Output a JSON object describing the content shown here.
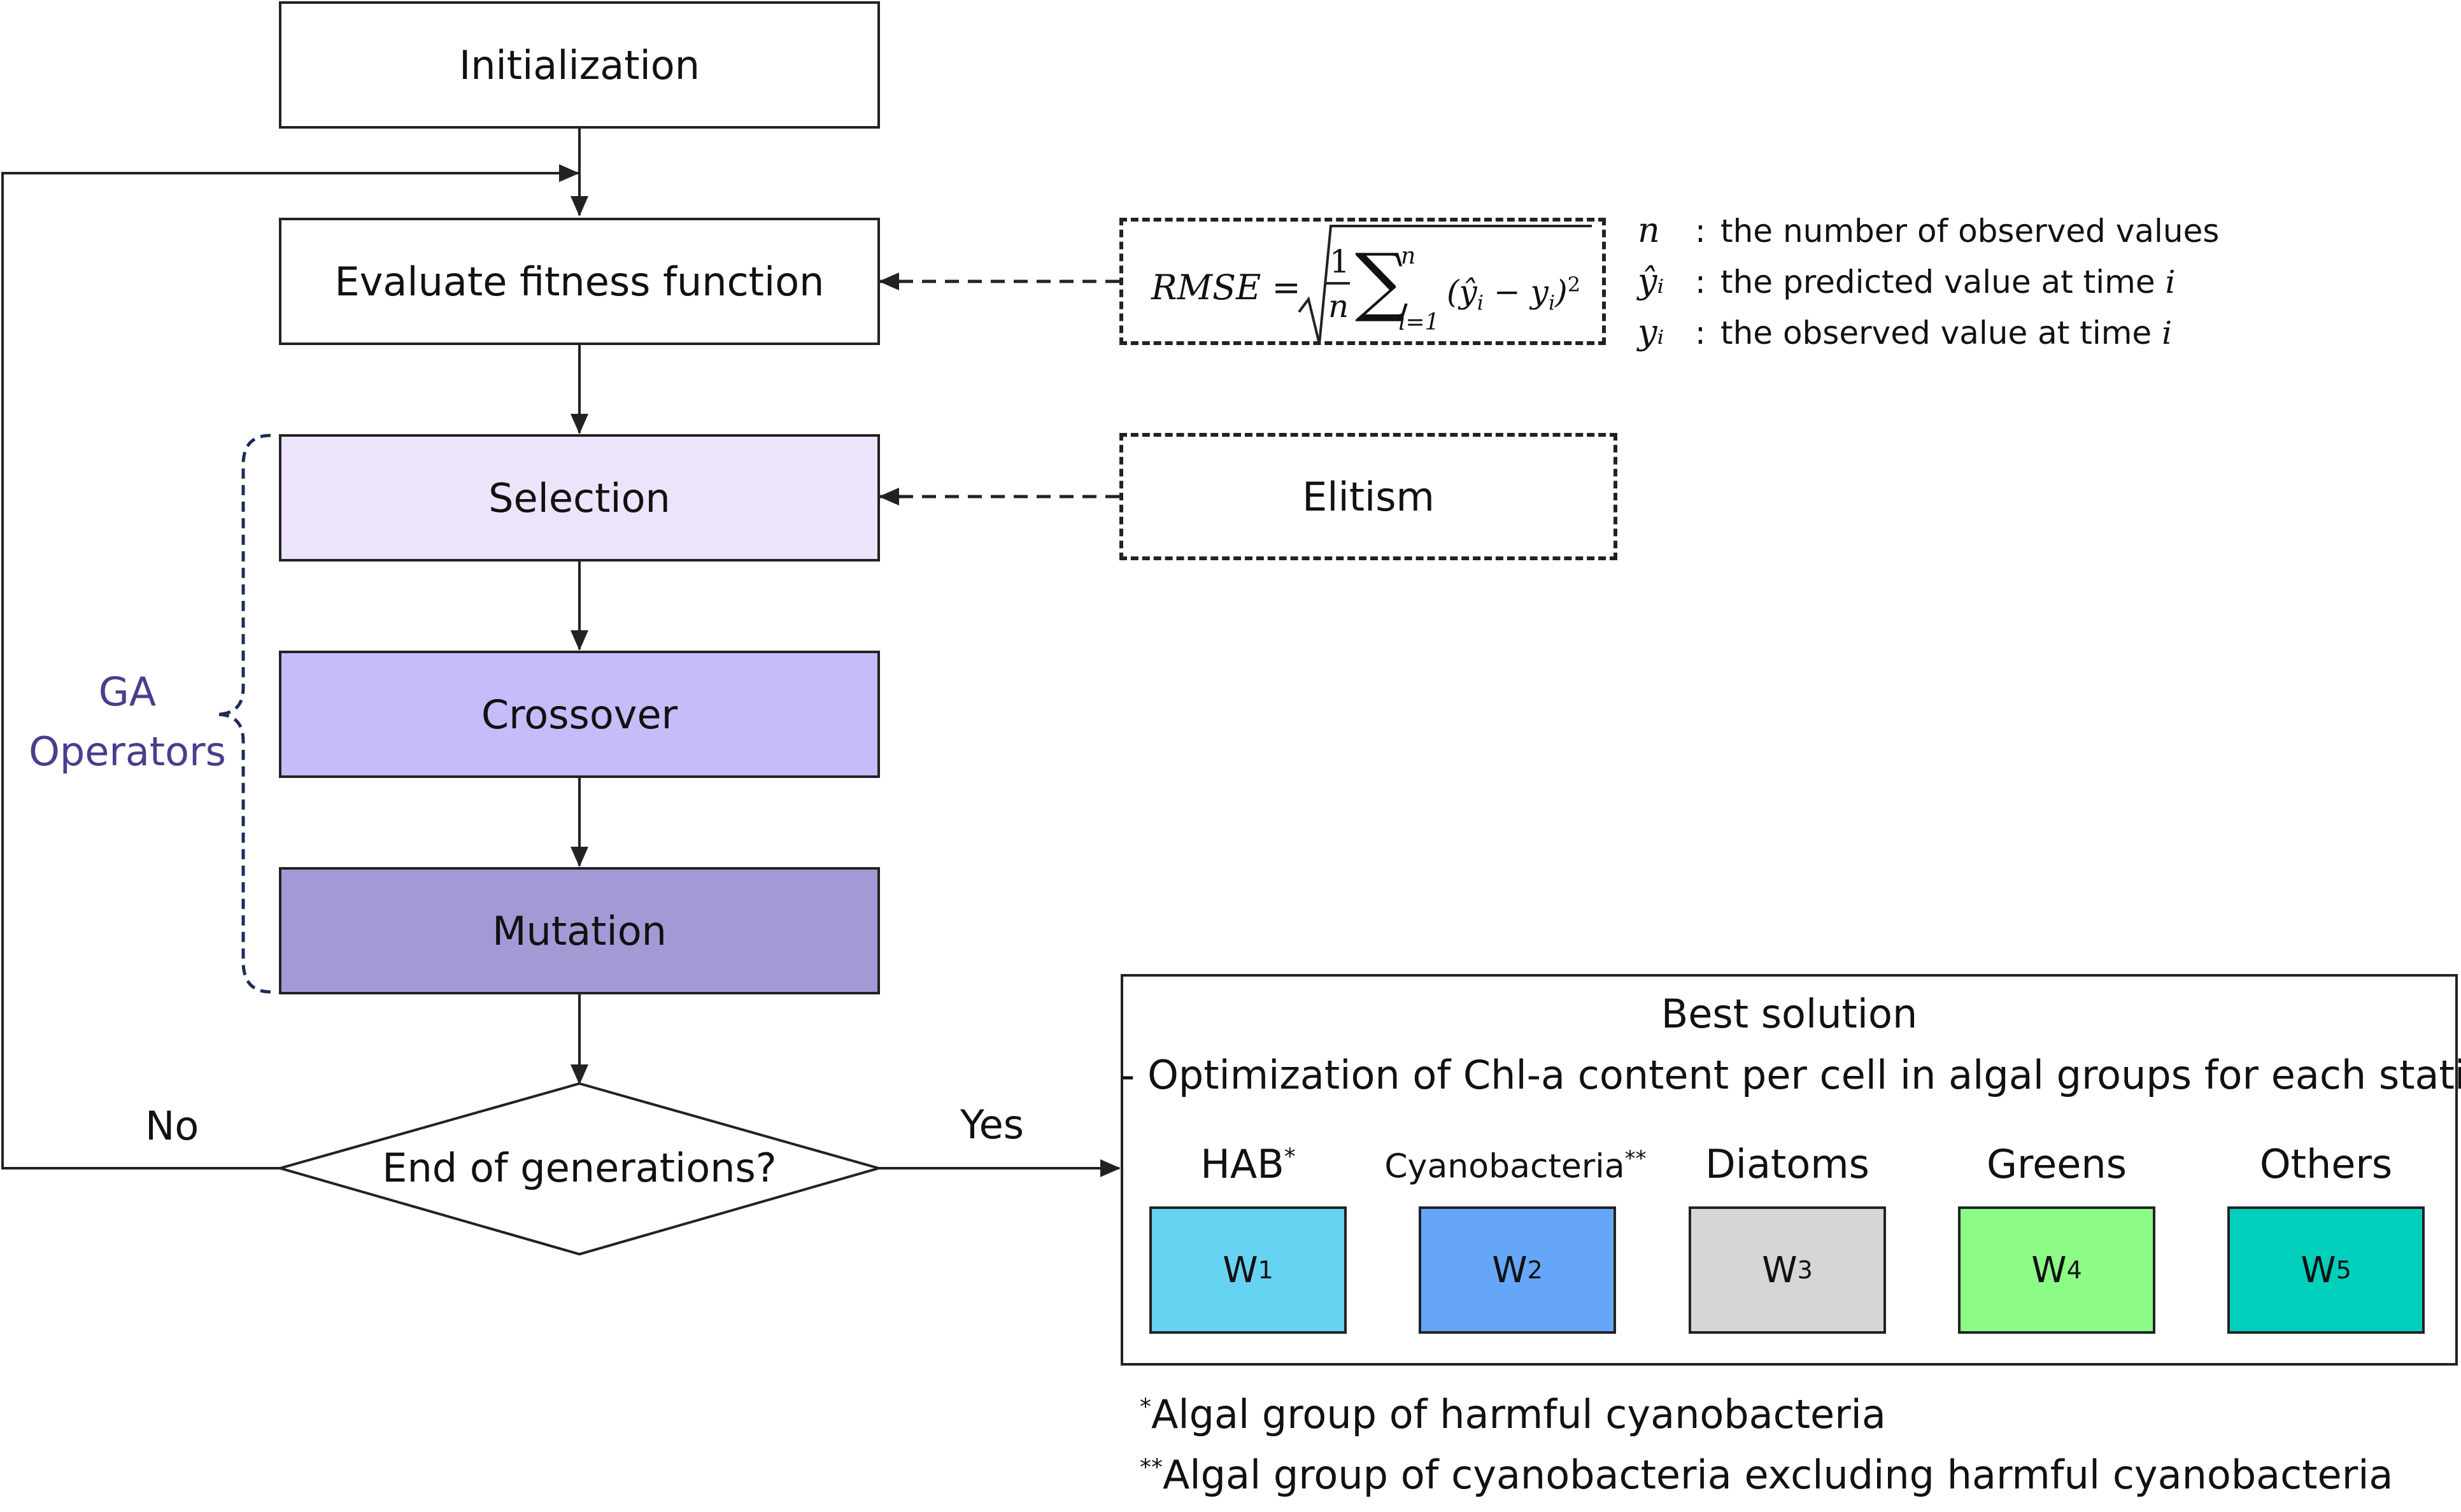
{
  "colors": {
    "selection": "#ede3fb",
    "crossover": "#c5bcf9",
    "mutation": "#a39ad5",
    "ga_label": "#4c3c8c",
    "hab": "#66d3f2",
    "cyanobacteria": "#66a6f9",
    "diatoms": "#d6d6d6",
    "greens": "#8cfc86",
    "others": "#00cfbc"
  },
  "flow": {
    "initialization": "Initialization",
    "evaluate": "Evaluate fitness function",
    "selection": "Selection",
    "crossover": "Crossover",
    "mutation": "Mutation",
    "decision": "End of generations?",
    "no_label": "No",
    "yes_label": "Yes"
  },
  "ga_operators": {
    "line1": "GA",
    "line2": "Operators"
  },
  "rmse": {
    "lhs": "RMSE =",
    "frac_num": "1",
    "frac_den": "n",
    "sum_upper": "n",
    "sum_lower": "i=1",
    "term": "(ŷ",
    "term_sub_i": "i",
    "minus": " − y",
    "term_sub_i2": "i",
    "close": ")",
    "power": "2"
  },
  "legend": [
    {
      "symbol": "n",
      "text": "the number of observed values"
    },
    {
      "symbol": "ŷᵢ",
      "text": "the predicted value at time",
      "tail": "i"
    },
    {
      "symbol": "yᵢ",
      "text": "the observed value at time",
      "tail": "i"
    }
  ],
  "legend_colon": ":",
  "elitism": "Elitism",
  "best_solution": {
    "title": "Best solution",
    "subtitle": "- Optimization of  Chl-a content per cell  in algal groups for each station",
    "groups": [
      {
        "name": "HAB",
        "mark": "*",
        "weight": "W",
        "index": "1"
      },
      {
        "name": "Cyanobacteria",
        "mark": "**",
        "weight": "W",
        "index": "2"
      },
      {
        "name": "Diatoms",
        "mark": "",
        "weight": "W",
        "index": "3"
      },
      {
        "name": "Greens",
        "mark": "",
        "weight": "W",
        "index": "4"
      },
      {
        "name": "Others",
        "mark": "",
        "weight": "W",
        "index": "5"
      }
    ]
  },
  "footnotes": [
    {
      "mark": "*",
      "text": "Algal group of harmful cyanobacteria"
    },
    {
      "mark": "**",
      "text": "Algal group of cyanobacteria excluding harmful cyanobacteria"
    }
  ]
}
